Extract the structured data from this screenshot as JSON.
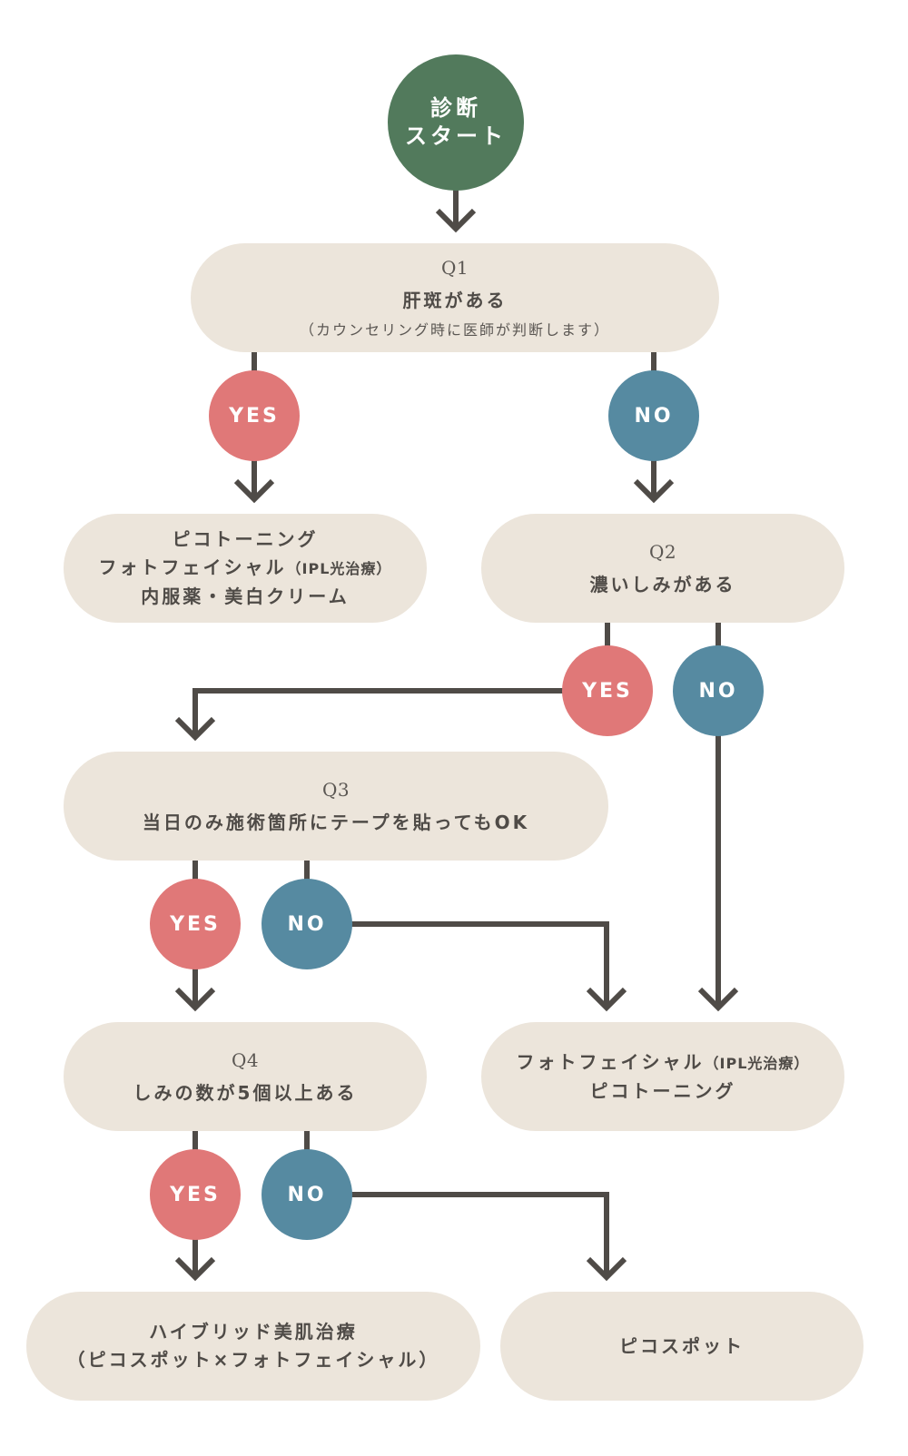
{
  "colors": {
    "start": "#527a5c",
    "yes": "#e07878",
    "no": "#568aa1",
    "pill": "#ece5db",
    "line": "#4f4b47",
    "text": "#4f4b47",
    "background": "#ffffff"
  },
  "start": {
    "line1": "診断",
    "line2": "スタート"
  },
  "branch_labels": {
    "yes": "YES",
    "no": "NO"
  },
  "questions": {
    "q1": {
      "number": "Q1",
      "text": "肝斑がある",
      "note": "（カウンセリング時に医師が判断します）"
    },
    "q2": {
      "number": "Q2",
      "text": "濃いしみがある"
    },
    "q3": {
      "number": "Q3",
      "text": "当日のみ施術箇所にテープを貼ってもOK"
    },
    "q4": {
      "number": "Q4",
      "text": "しみの数が5個以上ある"
    }
  },
  "results": {
    "r1": {
      "line1": "ピコトーニング",
      "line2": "フォトフェイシャル",
      "line2_note": "（IPL光治療）",
      "line3": "内服薬・美白クリーム"
    },
    "r2": {
      "line1": "フォトフェイシャル",
      "line1_note": "（IPL光治療）",
      "line2": "ピコトーニング"
    },
    "r3": {
      "line1": "ハイブリッド美肌治療",
      "line2": "（ピコスポット×フォトフェイシャル）"
    },
    "r4": {
      "line1": "ピコスポット"
    }
  },
  "edges": [
    {
      "from": "start",
      "to": "q1",
      "label": ""
    },
    {
      "from": "q1",
      "to": "r1",
      "label": "YES"
    },
    {
      "from": "q1",
      "to": "q2",
      "label": "NO"
    },
    {
      "from": "q2",
      "to": "q3",
      "label": "YES"
    },
    {
      "from": "q2",
      "to": "r2",
      "label": "NO"
    },
    {
      "from": "q3",
      "to": "q4",
      "label": "YES"
    },
    {
      "from": "q3",
      "to": "r2",
      "label": "NO"
    },
    {
      "from": "q4",
      "to": "r3",
      "label": "YES"
    },
    {
      "from": "q4",
      "to": "r4",
      "label": "NO"
    }
  ]
}
